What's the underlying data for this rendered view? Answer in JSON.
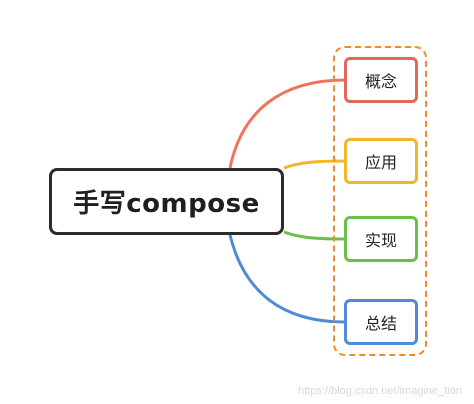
{
  "root": {
    "label": "手写compose"
  },
  "children": [
    {
      "label": "概念",
      "color": "#e06a5a"
    },
    {
      "label": "应用",
      "color": "#f3b52a"
    },
    {
      "label": "实现",
      "color": "#6cc04a"
    },
    {
      "label": "总结",
      "color": "#4f8bd8"
    }
  ],
  "group_frame": {
    "color": "#f08a2c",
    "style": "dashed"
  },
  "watermark": "https://blog.csdn.net/imagine_tion"
}
